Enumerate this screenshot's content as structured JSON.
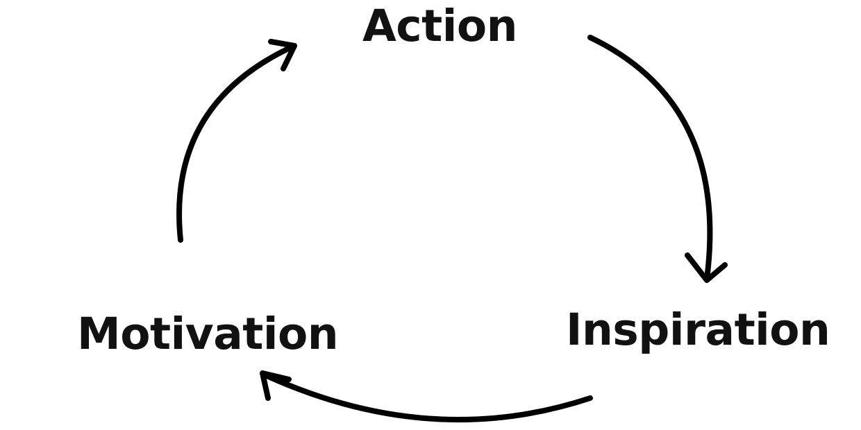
{
  "diagram": {
    "nodes": [
      {
        "id": "action",
        "label": "Action"
      },
      {
        "id": "inspiration",
        "label": "Inspiration"
      },
      {
        "id": "motivation",
        "label": "Motivation"
      }
    ],
    "edges": [
      {
        "from": "action",
        "to": "inspiration"
      },
      {
        "from": "inspiration",
        "to": "motivation"
      },
      {
        "from": "motivation",
        "to": "action"
      }
    ],
    "colors": {
      "text": "#111111",
      "arrow": "#000000",
      "background": "#ffffff"
    }
  }
}
